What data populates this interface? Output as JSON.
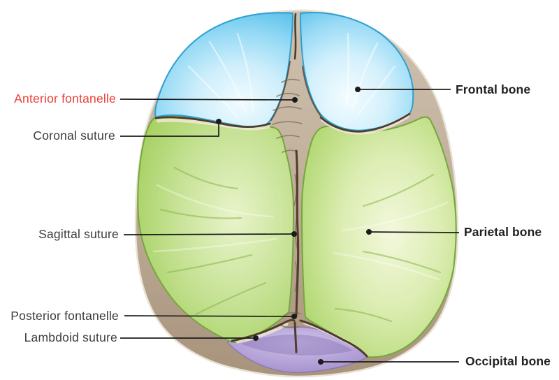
{
  "figure": {
    "subject": "Infant skull, superior view, showing fontanelles and sutures",
    "background": "#ffffff"
  },
  "palette": {
    "frontal_bone_blue": "#6fcdf2",
    "parietal_bone_green": "#a9d468",
    "occipital_bone_purple": "#b3a0d6",
    "fontanelle_tan": "#c3b4a0",
    "suture_brown": "#4f3d2a",
    "label_red": "#e8413b",
    "label_dark": "#3d3d3d",
    "label_bold_dark": "#231f20",
    "leader_line": "#1c1c1c"
  },
  "labels": {
    "left": [
      {
        "id": "anterior-fontanelle",
        "text": "Anterior fontanelle"
      },
      {
        "id": "coronal-suture",
        "text": "Coronal suture"
      },
      {
        "id": "sagittal-suture",
        "text": "Sagittal suture"
      },
      {
        "id": "posterior-fontanelle",
        "text": "Posterior fontanelle"
      },
      {
        "id": "lambdoid-suture",
        "text": "Lambdoid suture"
      }
    ],
    "right": [
      {
        "id": "frontal-bone",
        "text": "Frontal bone"
      },
      {
        "id": "parietal-bone",
        "text": "Parietal bone"
      },
      {
        "id": "occipital-bone",
        "text": "Occipital bone"
      }
    ]
  }
}
